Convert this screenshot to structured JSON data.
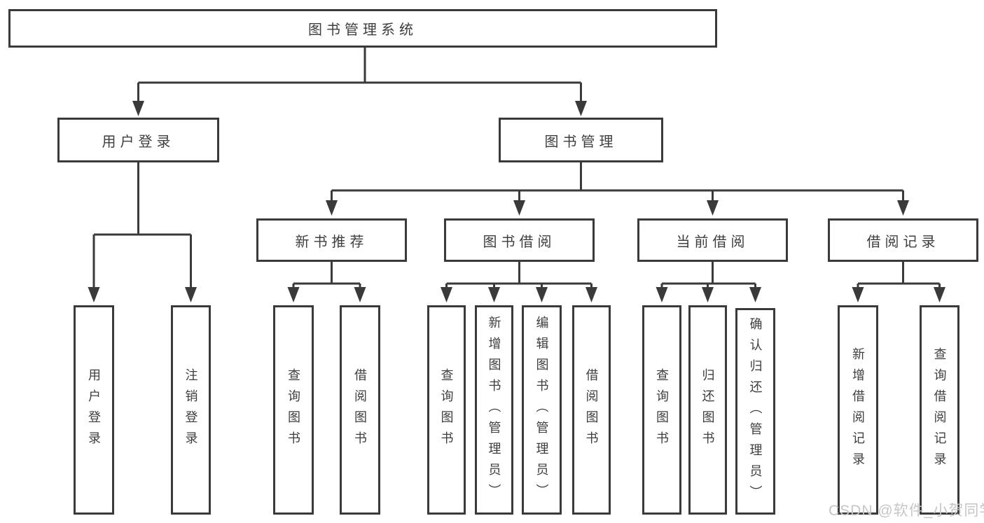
{
  "diagram": {
    "type": "tree",
    "colors": {
      "line": "#3a3a3a",
      "node_border": "#3a3a3a",
      "text": "#3e3e3e",
      "background": "#ffffff",
      "watermark": "#c6c6c6"
    },
    "root": {
      "label": "图书管理系统"
    },
    "level2": [
      {
        "label": "用户登录"
      },
      {
        "label": "图书管理"
      }
    ],
    "level3": [
      {
        "label": "新书推荐"
      },
      {
        "label": "图书借阅"
      },
      {
        "label": "当前借阅"
      },
      {
        "label": "借阅记录"
      }
    ],
    "leaves": {
      "userLogin": [
        {
          "label": "用户登录"
        },
        {
          "label": "注销登录"
        }
      ],
      "newBooks": [
        {
          "label": "查询图书"
        },
        {
          "label": "借阅图书"
        }
      ],
      "bookBorrow": [
        {
          "label": "查询图书"
        },
        {
          "label": "新增图书（管理员）"
        },
        {
          "label": "编辑图书（管理员）"
        },
        {
          "label": "借阅图书"
        }
      ],
      "currentBorrow": [
        {
          "label": "查询图书"
        },
        {
          "label": "归还图书"
        },
        {
          "label": "确认归还（管理员）"
        }
      ],
      "borrowRecords": [
        {
          "label": "新增借阅记录"
        },
        {
          "label": "查询借阅记录"
        }
      ]
    },
    "watermark": "CSDN @软件_小贺同学"
  }
}
